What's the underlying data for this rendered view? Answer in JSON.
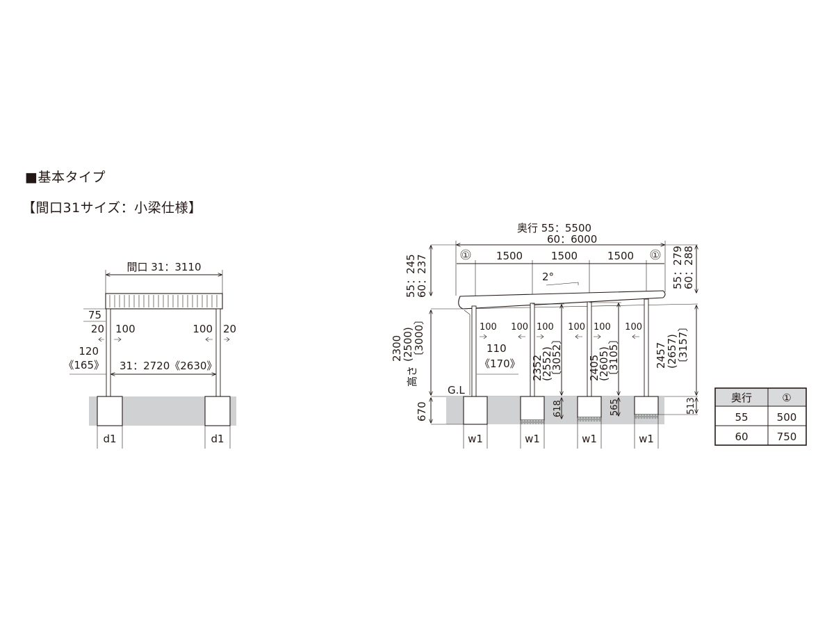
{
  "headings": {
    "title": "■基本タイプ",
    "subtitle": "【間口31サイズ：小梁仕様】"
  },
  "front_view": {
    "width_label": "間口 31：3110",
    "top_offset": "75",
    "left_outer": "20",
    "left_inner": "100",
    "right_inner": "100",
    "right_outer": "20",
    "beam_120": "120",
    "beam_165": "《165》",
    "inner_width": "31：2720《2630》",
    "footing_left": "d1",
    "footing_right": "d1"
  },
  "side_view": {
    "depth_label_1": "奥行 55：5500",
    "depth_label_2": "60：6000",
    "marker_left": "①",
    "marker_right": "①",
    "span_1": "1500",
    "span_2": "1500",
    "span_3": "1500",
    "slope": "2°",
    "left_top_1": "55：245",
    "left_top_2": "60：237",
    "right_top_1": "55：279",
    "right_top_2": "60：288",
    "height_1": "2300",
    "height_2": "(2500)",
    "height_3": "〔3000〕",
    "height_word": "高さ",
    "p1_label": "100",
    "p1_beam_1": "110",
    "p1_beam_2": "《170》",
    "p2_left": "100",
    "p2_right": "100",
    "p2_h_1": "2352",
    "p2_h_2": "(2552)",
    "p2_h_3": "〔3052〕",
    "p3_left": "100",
    "p3_right": "100",
    "p3_h_1": "2405",
    "p3_h_2": "(2605)",
    "p3_h_3": "〔3105〕",
    "p4_left": "100",
    "p4_h_1": "2457",
    "p4_h_2": "(2657)",
    "p4_h_3": "〔3157〕",
    "gl_label": "G.L",
    "embed": "670",
    "embed_2": "618",
    "embed_3": "565",
    "embed_4": "513",
    "w1_a": "w1",
    "w1_b": "w1",
    "w1_c": "w1",
    "w1_d": "w1"
  },
  "depth_table": {
    "headers": [
      "奥行",
      "①"
    ],
    "rows": [
      [
        "55",
        "500"
      ],
      [
        "60",
        "750"
      ]
    ]
  }
}
